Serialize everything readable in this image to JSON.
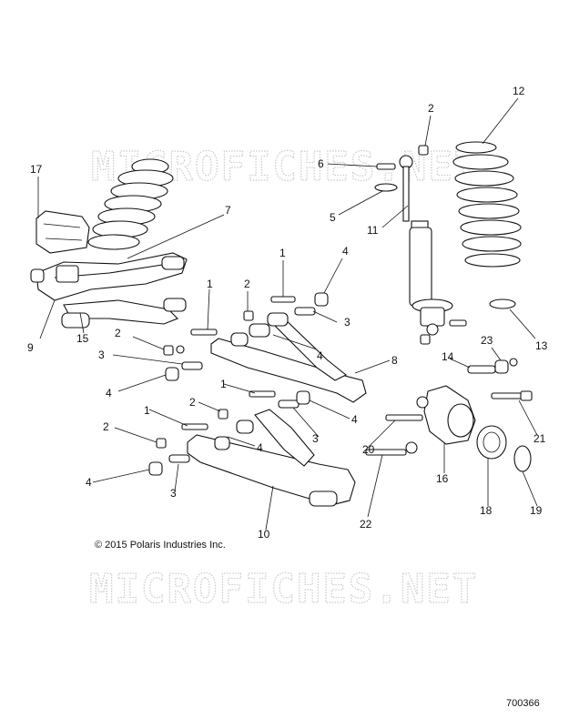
{
  "watermark": "MICROFICHES.NET",
  "copyright": "© 2015 Polaris Industries Inc.",
  "drawing_number": "700366",
  "callouts": [
    {
      "id": "c12",
      "label": "12"
    },
    {
      "id": "c2a",
      "label": "2"
    },
    {
      "id": "c6",
      "label": "6"
    },
    {
      "id": "c17",
      "label": "17"
    },
    {
      "id": "c5",
      "label": "5"
    },
    {
      "id": "c7",
      "label": "7"
    },
    {
      "id": "c11",
      "label": "11"
    },
    {
      "id": "c1a",
      "label": "1"
    },
    {
      "id": "c4a",
      "label": "4"
    },
    {
      "id": "c1b",
      "label": "1"
    },
    {
      "id": "c2b",
      "label": "2"
    },
    {
      "id": "c3a",
      "label": "3"
    },
    {
      "id": "c9",
      "label": "9"
    },
    {
      "id": "c15",
      "label": "15"
    },
    {
      "id": "c13",
      "label": "13"
    },
    {
      "id": "c2c",
      "label": "2"
    },
    {
      "id": "c23",
      "label": "23"
    },
    {
      "id": "c14",
      "label": "14"
    },
    {
      "id": "c3b",
      "label": "3"
    },
    {
      "id": "c4b",
      "label": "4"
    },
    {
      "id": "c8",
      "label": "8"
    },
    {
      "id": "c4c",
      "label": "4"
    },
    {
      "id": "c1c",
      "label": "1"
    },
    {
      "id": "c2d",
      "label": "2"
    },
    {
      "id": "c4d",
      "label": "4"
    },
    {
      "id": "c1d",
      "label": "1"
    },
    {
      "id": "c3c",
      "label": "3"
    },
    {
      "id": "c2e",
      "label": "2"
    },
    {
      "id": "c4e",
      "label": "4"
    },
    {
      "id": "c20",
      "label": "20"
    },
    {
      "id": "c21",
      "label": "21"
    },
    {
      "id": "c16",
      "label": "16"
    },
    {
      "id": "c4f",
      "label": "4"
    },
    {
      "id": "c3d",
      "label": "3"
    },
    {
      "id": "c22",
      "label": "22"
    },
    {
      "id": "c10",
      "label": "10"
    },
    {
      "id": "c18",
      "label": "18"
    },
    {
      "id": "c19",
      "label": "19"
    }
  ]
}
